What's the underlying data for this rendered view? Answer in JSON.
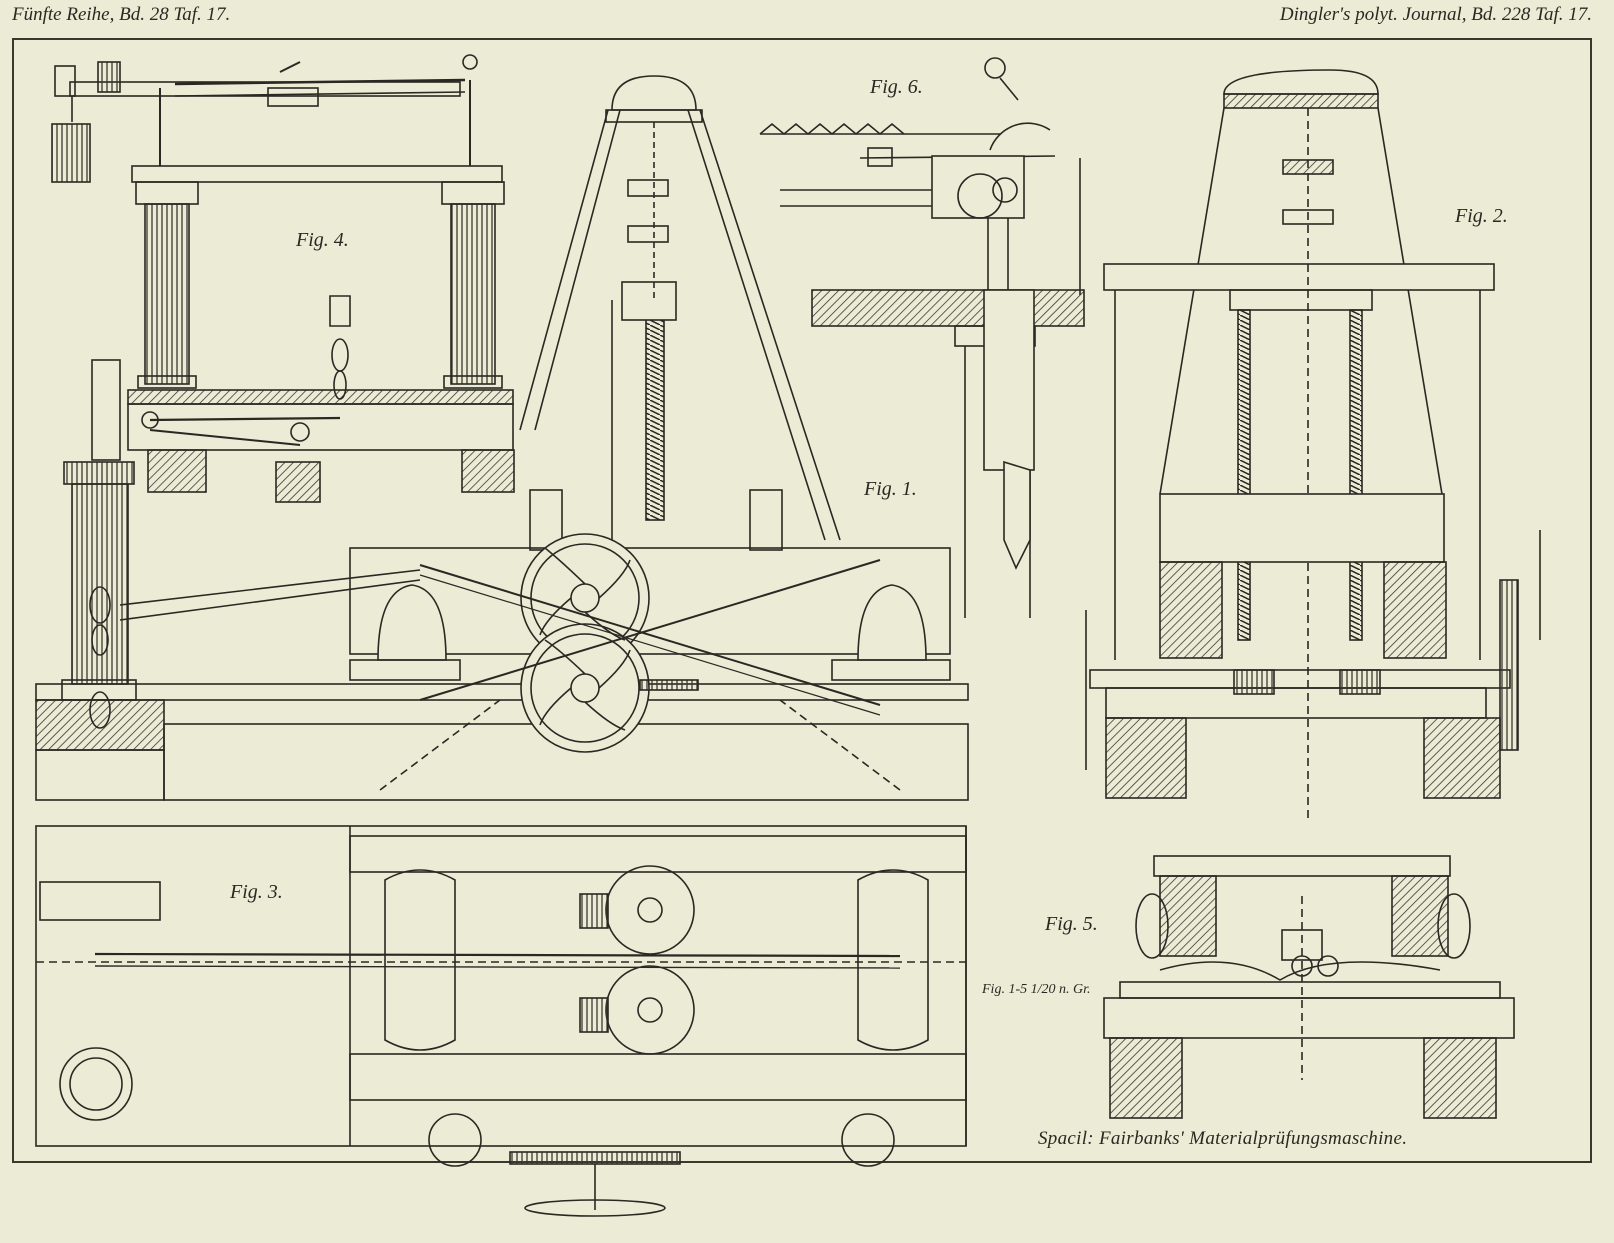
{
  "header": {
    "left": "Fünfte Reihe, Bd. 28 Taf. 17.",
    "right": "Dingler's polyt. Journal, Bd. 228 Taf. 17."
  },
  "figures": {
    "fig1": "Fig. 1.",
    "fig2": "Fig. 2.",
    "fig3": "Fig. 3.",
    "fig4": "Fig. 4.",
    "fig5": "Fig. 5.",
    "fig6": "Fig. 6."
  },
  "scale_note": "Fig. 1-5 1/20 n. Gr.",
  "caption": "Spacil: Fairbanks' Materialprüfungsmaschine.",
  "colors": {
    "paper": "#ecebd6",
    "ink": "#2a2822"
  }
}
